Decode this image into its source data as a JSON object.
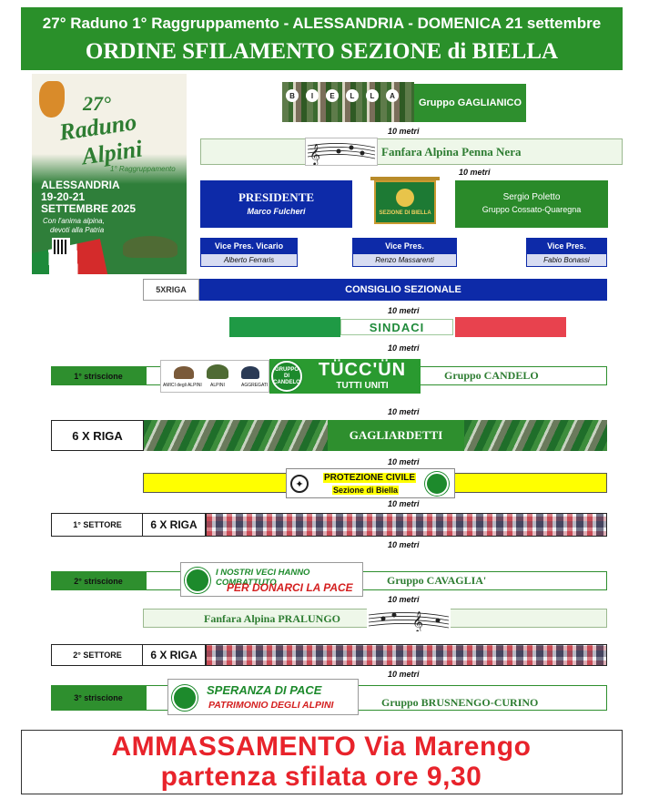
{
  "header": {
    "line1": "27° Raduno 1° Raggruppamento - ALESSANDRIA -  DOMENICA 21 settembre",
    "line2": "ORDINE SFILAMENTO SEZIONE di BIELLA"
  },
  "poster": {
    "title_line1": "27°",
    "title_line2": "Raduno",
    "title_line3": "Alpini",
    "subtitle": "1° Raggruppamento",
    "city": "ALESSANDRIA",
    "dates": "19-20-21",
    "month": "SETTEMBRE 2025",
    "motto_line1": "Con l'anima alpina,",
    "motto_line2": "devoti alla Patria"
  },
  "spacing": "10 metri",
  "spacing_italic": "10  metri",
  "row_biella": {
    "letters": [
      "B",
      "I",
      "E",
      "L",
      "L",
      "A"
    ],
    "label": "Gruppo  GAGLIANICO"
  },
  "fanfara1": {
    "label": "Fanfara Alpina Penna Nera"
  },
  "presidente": {
    "title": "PRESIDENTE",
    "name": "Marco Fulcheri"
  },
  "banner_sezione": {
    "label": "SEZIONE DI BIELLA"
  },
  "poletto": {
    "name": "Sergio Poletto",
    "group": "Gruppo Cossato-Quaregna"
  },
  "vice": [
    {
      "title": "Vice Pres. Vicario",
      "name": "Alberto Ferraris"
    },
    {
      "title": "Vice Pres.",
      "name": "Renzo Massarenti"
    },
    {
      "title": "Vice Pres.",
      "name": "Fabio Bonassi"
    }
  ],
  "consiglio": {
    "left": "5XRIGA",
    "label": "CONSIGLIO SEZIONALE"
  },
  "sindaci": {
    "label": "SINDACI"
  },
  "striscione1": {
    "left": "1° striscione",
    "logos": [
      "AMICI degli ALPINI",
      "ALPINI",
      "AGGREGATI"
    ],
    "badge": "GRUPPO DI CANDELO",
    "title": "TÜCC'ÜN",
    "subtitle": "TUTTI UNITI",
    "group": "Gruppo  CANDELO"
  },
  "gagliardetti": {
    "left": "6 X RIGA",
    "label": "GAGLIARDETTI"
  },
  "protezione": {
    "line1": "PROTEZIONE CIVILE",
    "line2": "Sezione di Biella"
  },
  "settore1": {
    "left": "1° SETTORE",
    "mid": "6 X RIGA"
  },
  "striscione2": {
    "left": "2° striscione",
    "line1": "I NOSTRI VECI HANNO COMBATTUTO",
    "line2": "PER DONARCI LA PACE",
    "group": "Gruppo  CAVAGLIA'"
  },
  "fanfara2": {
    "label": "Fanfara Alpina PRALUNGO"
  },
  "settore2": {
    "left": "2° SETTORE",
    "mid": "6 X RIGA"
  },
  "striscione3": {
    "left": "3° striscione",
    "line1": "SPERANZA DI PACE",
    "line2": "PATRIMONIO DEGLI ALPINI",
    "group": "Gruppo BRUSNENGO-CURINO"
  },
  "footer": {
    "line1": "AMMASSAMENTO Via Marengo",
    "line2": "partenza sfilata ore 9,30"
  },
  "colors": {
    "green": "#2e8f2e",
    "blue": "#0d2aa8",
    "yellow": "#ffff00",
    "red": "#e8232b",
    "italy_green": "#1f9a45",
    "italy_red": "#e8424e"
  }
}
